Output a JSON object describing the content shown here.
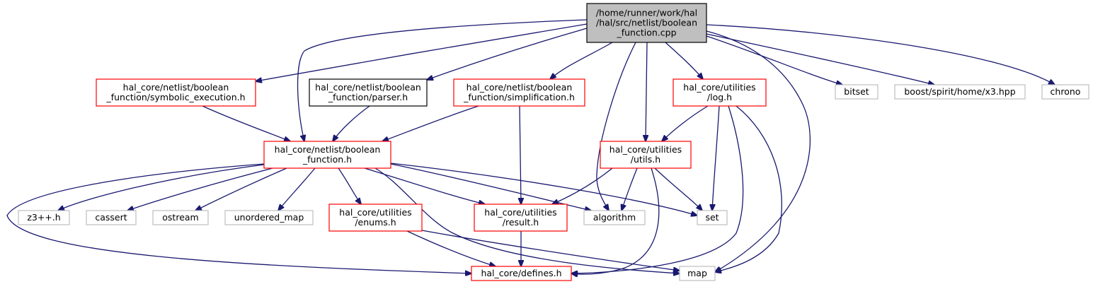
{
  "colors": {
    "root_fill": "#bfbfbf",
    "root_border": "#000000",
    "red_border": "#ff0000",
    "black_border": "#000000",
    "gray_border": "#bfbfbf",
    "edge": "#191970",
    "background": "#ffffff"
  },
  "nodes": [
    {
      "id": "root",
      "style": "root",
      "lines": [
        "/home/runner/work/hal",
        "/hal/src/netlist/boolean",
        "_function.cpp"
      ]
    },
    {
      "id": "symbolic",
      "style": "red",
      "lines": [
        "hal_core/netlist/boolean",
        "_function/symbolic_execution.h"
      ]
    },
    {
      "id": "parser",
      "style": "black",
      "lines": [
        "hal_core/netlist/boolean",
        "_function/parser.h"
      ]
    },
    {
      "id": "simplification",
      "style": "red",
      "lines": [
        "hal_core/netlist/boolean",
        "_function/simplification.h"
      ]
    },
    {
      "id": "log",
      "style": "red",
      "lines": [
        "hal_core/utilities",
        "/log.h"
      ]
    },
    {
      "id": "bitset",
      "style": "gray",
      "lines": [
        "bitset"
      ]
    },
    {
      "id": "x3",
      "style": "gray",
      "lines": [
        "boost/spirit/home/x3.hpp"
      ]
    },
    {
      "id": "chrono",
      "style": "gray",
      "lines": [
        "chrono"
      ]
    },
    {
      "id": "bfh",
      "style": "red",
      "lines": [
        "hal_core/netlist/boolean",
        "_function.h"
      ]
    },
    {
      "id": "utils",
      "style": "red",
      "lines": [
        "hal_core/utilities",
        "/utils.h"
      ]
    },
    {
      "id": "z3",
      "style": "gray",
      "lines": [
        "z3++.h"
      ]
    },
    {
      "id": "cassert",
      "style": "gray",
      "lines": [
        "cassert"
      ]
    },
    {
      "id": "ostream",
      "style": "gray",
      "lines": [
        "ostream"
      ]
    },
    {
      "id": "umap",
      "style": "gray",
      "lines": [
        "unordered_map"
      ]
    },
    {
      "id": "enums",
      "style": "red",
      "lines": [
        "hal_core/utilities",
        "/enums.h"
      ]
    },
    {
      "id": "result",
      "style": "red",
      "lines": [
        "hal_core/utilities",
        "/result.h"
      ]
    },
    {
      "id": "algorithm",
      "style": "gray",
      "lines": [
        "algorithm"
      ]
    },
    {
      "id": "set",
      "style": "gray",
      "lines": [
        "set"
      ]
    },
    {
      "id": "defines",
      "style": "red",
      "lines": [
        "hal_core/defines.h"
      ]
    },
    {
      "id": "map",
      "style": "gray",
      "lines": [
        "map"
      ]
    }
  ],
  "edges": [
    {
      "from": "root",
      "to": "symbolic"
    },
    {
      "from": "root",
      "to": "parser"
    },
    {
      "from": "root",
      "to": "simplification"
    },
    {
      "from": "root",
      "to": "bfh"
    },
    {
      "from": "root",
      "to": "algorithm"
    },
    {
      "from": "root",
      "to": "utils"
    },
    {
      "from": "root",
      "to": "log"
    },
    {
      "from": "root",
      "to": "map"
    },
    {
      "from": "root",
      "to": "bitset"
    },
    {
      "from": "root",
      "to": "x3"
    },
    {
      "from": "root",
      "to": "chrono"
    },
    {
      "from": "symbolic",
      "to": "bfh"
    },
    {
      "from": "parser",
      "to": "bfh"
    },
    {
      "from": "simplification",
      "to": "bfh"
    },
    {
      "from": "simplification",
      "to": "result"
    },
    {
      "from": "log",
      "to": "utils"
    },
    {
      "from": "log",
      "to": "set"
    },
    {
      "from": "log",
      "to": "defines"
    },
    {
      "from": "log",
      "to": "map"
    },
    {
      "from": "bfh",
      "to": "defines"
    },
    {
      "from": "bfh",
      "to": "z3"
    },
    {
      "from": "bfh",
      "to": "cassert"
    },
    {
      "from": "bfh",
      "to": "ostream"
    },
    {
      "from": "bfh",
      "to": "umap"
    },
    {
      "from": "bfh",
      "to": "enums"
    },
    {
      "from": "bfh",
      "to": "result"
    },
    {
      "from": "bfh",
      "to": "algorithm"
    },
    {
      "from": "bfh",
      "to": "set"
    },
    {
      "from": "bfh",
      "to": "map"
    },
    {
      "from": "utils",
      "to": "result"
    },
    {
      "from": "utils",
      "to": "algorithm"
    },
    {
      "from": "utils",
      "to": "set"
    },
    {
      "from": "utils",
      "to": "defines"
    },
    {
      "from": "enums",
      "to": "defines"
    },
    {
      "from": "enums",
      "to": "map"
    },
    {
      "from": "result",
      "to": "defines"
    }
  ]
}
